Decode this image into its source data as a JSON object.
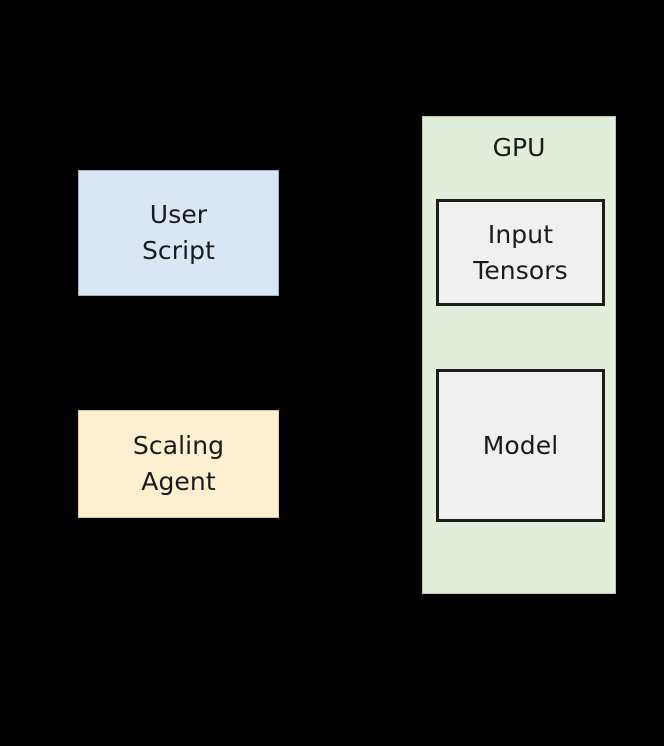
{
  "diagram": {
    "background_color": "#000000",
    "nodes": {
      "user_script": {
        "label": "User\nScript",
        "fill": "#dae6f3",
        "stroke": "#9fb0c2"
      },
      "scaling_agent": {
        "label": "Scaling\nAgent",
        "fill": "#fdefd0",
        "stroke": "#d9c9a3"
      },
      "gpu": {
        "label": "GPU",
        "fill": "#e2eddc",
        "stroke": "#b7ccae",
        "children": {
          "input_tensors": {
            "label": "Input\nTensors",
            "fill": "#f0f0f0",
            "stroke": "#1d1d1d"
          },
          "model": {
            "label": "Model",
            "fill": "#f0f0f0",
            "stroke": "#1d1d1d"
          }
        }
      }
    }
  }
}
